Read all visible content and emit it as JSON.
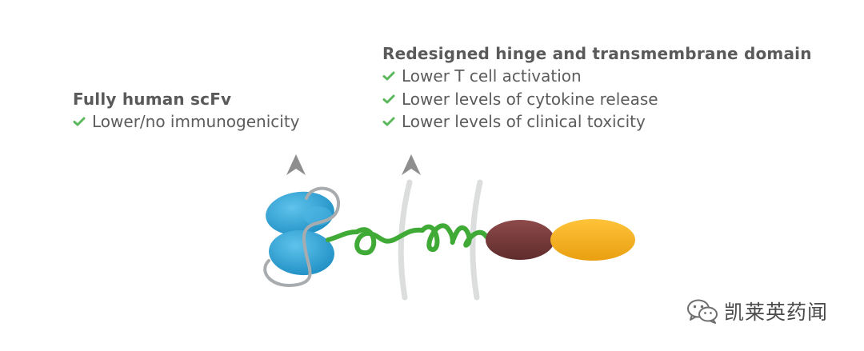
{
  "left_callout": {
    "title": "Fully human scFv",
    "bullets": [
      "Lower/no immunogenicity"
    ]
  },
  "right_callout": {
    "title": "Redesigned hinge and transmembrane domain",
    "bullets": [
      "Lower T cell activation",
      "Lower levels of cytokine release",
      "Lower levels of clinical toxicity"
    ]
  },
  "watermark": {
    "text": "凯莱英药闻",
    "icon": "wechat-icon"
  },
  "colors": {
    "text": "#5a5a5a",
    "check": "#5cb85c",
    "arrow": "#8e8e8e",
    "scfv_blue": "#2fa6d8",
    "linker_gray": "#a9acae",
    "hinge_green": "#3faa35",
    "intracellular_maroon": "#7a3d3d",
    "costim_orange": "#f4b321"
  }
}
